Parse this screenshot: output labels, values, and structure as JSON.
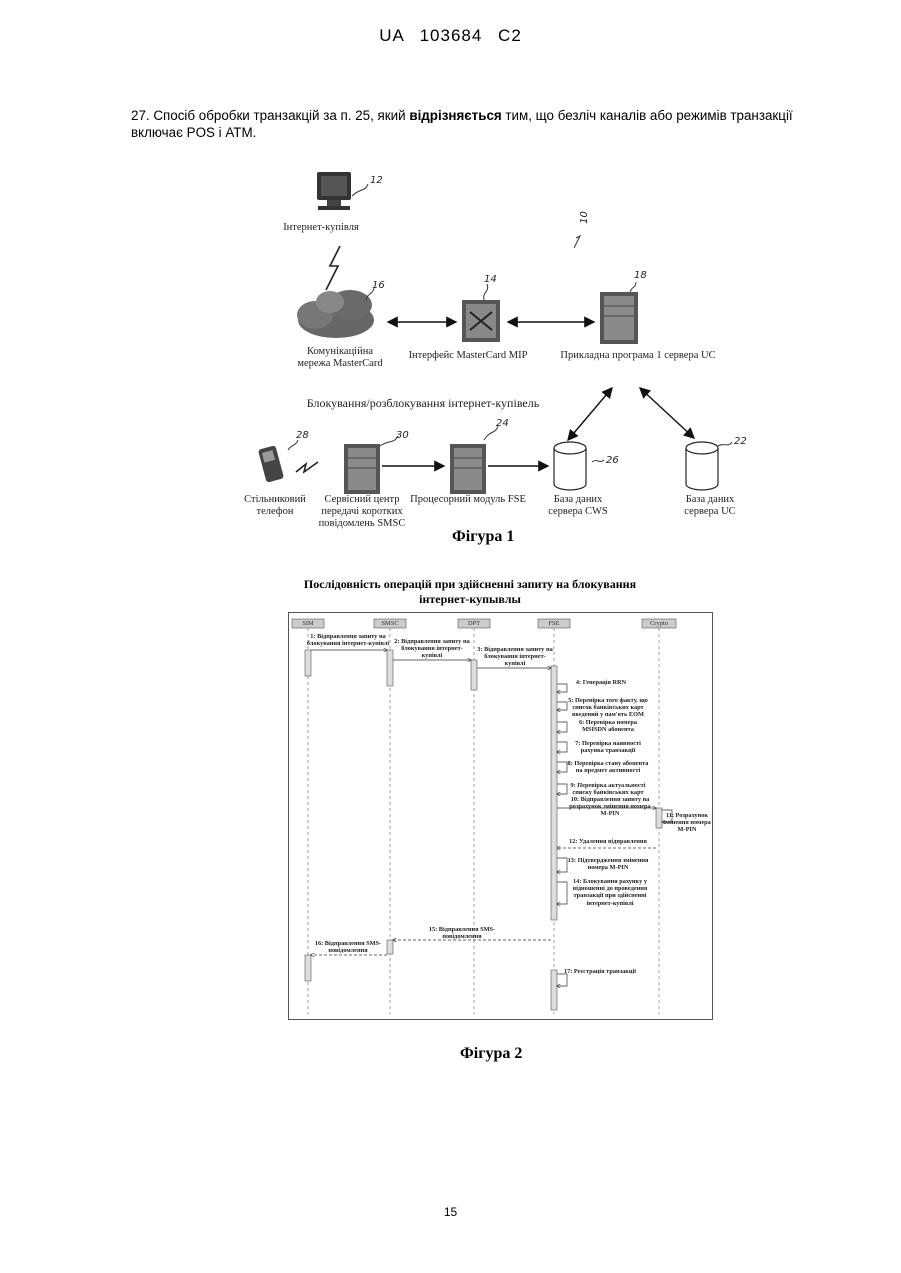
{
  "header": {
    "patent": "UA   103684   C2"
  },
  "claim": {
    "prefix": "27. Спосіб обробки транзакцій за п. 25, який ",
    "bold": "відрізняється",
    "suffix": " тим, що безліч каналів або режимів транзакції включає POS і ATM."
  },
  "figure1": {
    "labels": {
      "internet_shopping": "Інтернет-купівля",
      "network": "Комунікаційна мережа MasterCard",
      "interface": "Інтерфейс MasterCard MIP",
      "uc_app": "Прикладна програма 1 сервера UC",
      "blocking": "Блокування/розблокування інтернет-купівель",
      "phone": "Стільниковий телефон",
      "smsc": "Сервісний центр передачі коротких повідомлень SMSC",
      "fse": "Процесорний модуль FSE",
      "cws_db": "База даних сервера CWS",
      "uc_db": "База даних сервера UC"
    },
    "refs": {
      "r12": "12",
      "r10": "10",
      "r16": "16",
      "r14": "14",
      "r18": "18",
      "r28": "28",
      "r30": "30",
      "r24": "24",
      "r26": "26",
      "r22": "22"
    },
    "caption": "Фігура 1"
  },
  "figure2": {
    "title": "Послідовність операцій при здійсненні запиту на блокування інтернет-купывлы",
    "lifelines": [
      "SIM",
      "SMSC",
      "DPT",
      "FSE",
      "Crypto"
    ],
    "messages": {
      "m1": "1: Відправлення запиту на блокування інтернет-купівлі",
      "m2": "2: Відправлення запиту на блокування інтернет-купівлі",
      "m3": "3: Відправлення запиту на блокування інтернет-купівлі",
      "m4": "4: Генерація RRN",
      "m5": "5: Перевірка того факту, що список банківських карт введений у пам'ять EOM",
      "m6": "6: Перевірка номера MSISDN абонента",
      "m7": "7: Перевірка наявності рахунка транзакції",
      "m8": "8: Перевірка стану абонента на предмет активності",
      "m9": "9: Перевірка актуальності списку банківських карт",
      "m10": "10: Відправлення запиту на розрахунок змінення номера M-PIN",
      "m11": "11: Розрахунок змінення номера M-PIN",
      "m12": "12: Удалення відправлення",
      "m13": "13: Підтвердження змінення номера M-PIN",
      "m14": "14: Блокування рахунку у відношенні до проведення транзакції при здійсненні інтернет-купівлі",
      "m15": "15: Відправлення SMS-повідомлення",
      "m16": "16: Відправлення SMS-повідомлення",
      "m17": "17: Реєстрація транзакції"
    },
    "caption": "Фігура 2"
  },
  "page_number": "15"
}
